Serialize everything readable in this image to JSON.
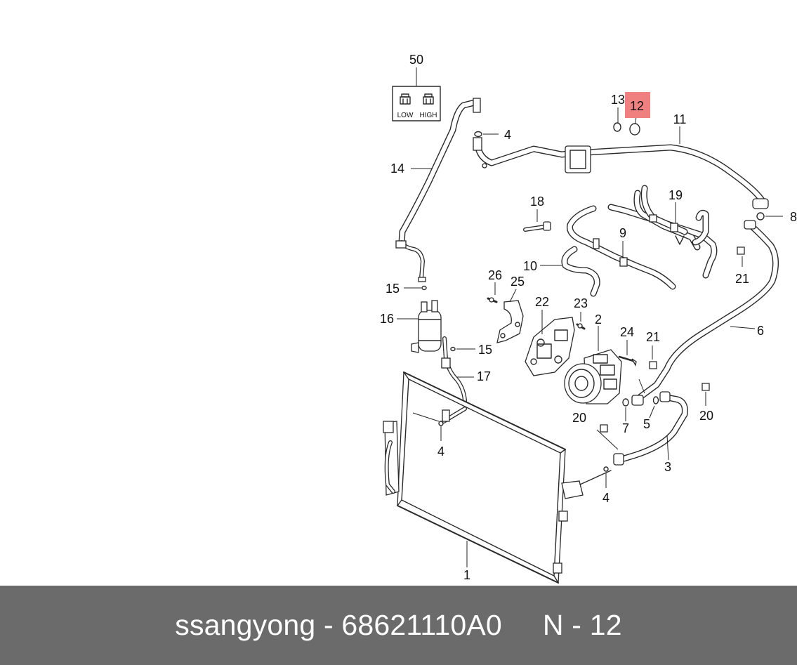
{
  "callouts": [
    {
      "num": "50"
    },
    {
      "num": "13"
    },
    {
      "num": "12",
      "highlighted": true
    },
    {
      "num": "11"
    },
    {
      "num": "4"
    },
    {
      "num": "14"
    },
    {
      "num": "18"
    },
    {
      "num": "19"
    },
    {
      "num": "8"
    },
    {
      "num": "9"
    },
    {
      "num": "10"
    },
    {
      "num": "26"
    },
    {
      "num": "25"
    },
    {
      "num": "15"
    },
    {
      "num": "21"
    },
    {
      "num": "16"
    },
    {
      "num": "22"
    },
    {
      "num": "23"
    },
    {
      "num": "2"
    },
    {
      "num": "6"
    },
    {
      "num": "24"
    },
    {
      "num": "21"
    },
    {
      "num": "15"
    },
    {
      "num": "17"
    },
    {
      "num": "20"
    },
    {
      "num": "7"
    },
    {
      "num": "5"
    },
    {
      "num": "4"
    },
    {
      "num": "20"
    },
    {
      "num": "3"
    },
    {
      "num": "4"
    },
    {
      "num": "1"
    }
  ],
  "port_caps": {
    "low": "LOW",
    "high": "HIGH"
  },
  "highlight_color": "#f08080",
  "footer": {
    "brand": "ssangyong",
    "separator": " - ",
    "part_number": "68621110A0",
    "ref": "N - 12"
  }
}
